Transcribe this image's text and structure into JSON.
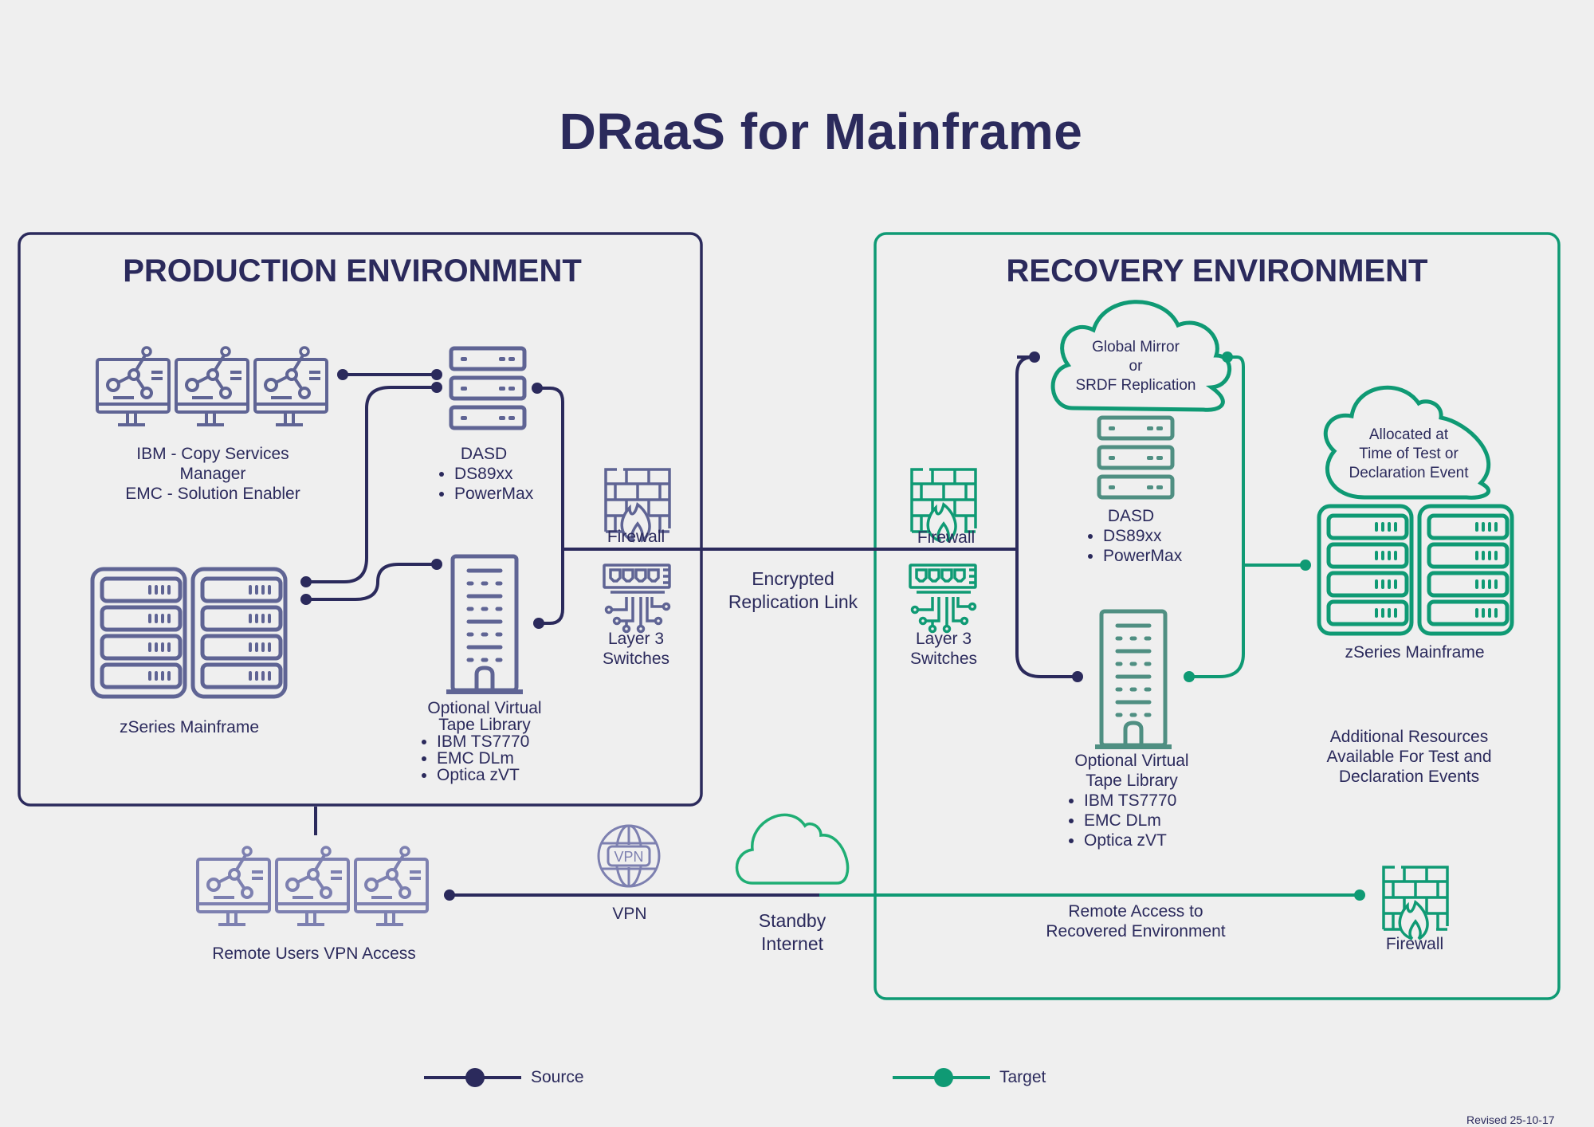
{
  "title": "DRaaS for Mainframe",
  "colors": {
    "source": "#2b2a5c",
    "target": "#0f9a74",
    "source_icon": "#5f6494",
    "target_icon": "#0f9a74",
    "target_icon_muted": "#4f8f82",
    "background": "#efefef"
  },
  "production": {
    "heading": "PRODUCTION ENVIRONMENT",
    "csm": {
      "icon": "monitor-network-icon",
      "lines": [
        "IBM - Copy Services",
        "Manager",
        "EMC - Solution Enabler"
      ]
    },
    "dasd": {
      "icon": "storage-rack-icon",
      "heading": "DASD",
      "items": [
        "DS89xx",
        "PowerMax"
      ]
    },
    "firewall": {
      "icon": "firewall-icon",
      "label": "Firewall"
    },
    "switches": {
      "icon": "network-switch-icon",
      "lines": [
        "Layer 3",
        "Switches"
      ]
    },
    "mainframe": {
      "icon": "mainframe-icon",
      "label": "zSeries Mainframe"
    },
    "vtl": {
      "icon": "tape-library-icon",
      "lines": [
        "Optional Virtual",
        "Tape Library"
      ],
      "items": [
        "IBM TS7770",
        "EMC DLm",
        "Optica zVT"
      ]
    }
  },
  "link": {
    "lines": [
      "Encrypted",
      "Replication Link"
    ]
  },
  "recovery": {
    "heading": "RECOVERY ENVIRONMENT",
    "firewall": {
      "icon": "firewall-icon",
      "label": "Firewall"
    },
    "switches": {
      "icon": "network-switch-icon",
      "lines": [
        "Layer 3",
        "Switches"
      ]
    },
    "replication_cloud": {
      "icon": "cloud-icon",
      "lines": [
        "Global Mirror",
        "or",
        "SRDF Replication"
      ]
    },
    "dasd": {
      "icon": "storage-rack-icon",
      "heading": "DASD",
      "items": [
        "DS89xx",
        "PowerMax"
      ]
    },
    "allocation_cloud": {
      "icon": "cloud-icon",
      "lines": [
        "Allocated at",
        "Time of Test or",
        "Declaration Event"
      ]
    },
    "mainframe": {
      "icon": "mainframe-icon",
      "label": "zSeries Mainframe"
    },
    "vtl": {
      "icon": "tape-library-icon",
      "lines": [
        "Optional Virtual",
        "Tape Library"
      ],
      "items": [
        "IBM TS7770",
        "EMC DLm",
        "Optica zVT"
      ]
    },
    "additional": {
      "lines": [
        "Additional Resources",
        "Available For Test and",
        "Declaration Events"
      ]
    },
    "remote_access": {
      "lines": [
        "Remote Access to",
        "Recovered Environment"
      ]
    },
    "remote_firewall": {
      "icon": "firewall-icon",
      "label": "Firewall"
    }
  },
  "remote_users": {
    "icon": "monitor-network-icon",
    "label": "Remote Users VPN Access"
  },
  "vpn": {
    "icon": "vpn-globe-icon",
    "label": "VPN"
  },
  "standby": {
    "icon": "cloud-icon",
    "lines": [
      "Standby",
      "Internet"
    ]
  },
  "legend": {
    "source": "Source",
    "target": "Target"
  },
  "revised": "Revised 25-10-17"
}
